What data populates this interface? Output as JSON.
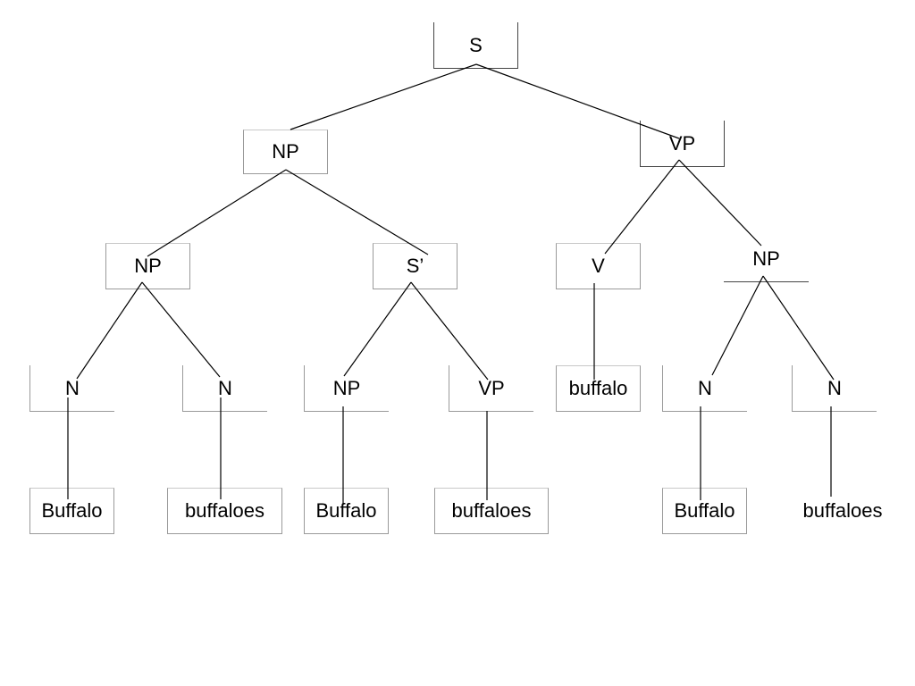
{
  "tree": {
    "nodes": [
      {
        "id": "s",
        "label": "S"
      },
      {
        "id": "np1",
        "label": "NP"
      },
      {
        "id": "vp1",
        "label": "VP"
      },
      {
        "id": "np2",
        "label": "NP"
      },
      {
        "id": "s-prime",
        "label": "S’"
      },
      {
        "id": "v",
        "label": "V"
      },
      {
        "id": "np4",
        "label": "NP"
      },
      {
        "id": "n1",
        "label": "N"
      },
      {
        "id": "n2",
        "label": "N"
      },
      {
        "id": "np3",
        "label": "NP"
      },
      {
        "id": "vp2",
        "label": "VP"
      },
      {
        "id": "buffalo-v",
        "label": "buffalo"
      },
      {
        "id": "n3",
        "label": "N"
      },
      {
        "id": "n4",
        "label": "N"
      },
      {
        "id": "w1",
        "label": "Buffalo"
      },
      {
        "id": "w2",
        "label": "buffaloes"
      },
      {
        "id": "w3",
        "label": "Buffalo"
      },
      {
        "id": "w4",
        "label": "buffaloes"
      },
      {
        "id": "w5",
        "label": "Buffalo"
      },
      {
        "id": "w6",
        "label": "buffaloes"
      }
    ],
    "edges": [
      [
        "s",
        "np1"
      ],
      [
        "s",
        "vp1"
      ],
      [
        "np1",
        "np2"
      ],
      [
        "np1",
        "s-prime"
      ],
      [
        "vp1",
        "v"
      ],
      [
        "vp1",
        "np4"
      ],
      [
        "np2",
        "n1"
      ],
      [
        "np2",
        "n2"
      ],
      [
        "s-prime",
        "np3"
      ],
      [
        "s-prime",
        "vp2"
      ],
      [
        "v",
        "buffalo-v"
      ],
      [
        "np4",
        "n3"
      ],
      [
        "np4",
        "n4"
      ],
      [
        "n1",
        "w1"
      ],
      [
        "n2",
        "w2"
      ],
      [
        "np3",
        "w3"
      ],
      [
        "vp2",
        "w4"
      ],
      [
        "n3",
        "w5"
      ],
      [
        "n4",
        "w6"
      ]
    ]
  }
}
